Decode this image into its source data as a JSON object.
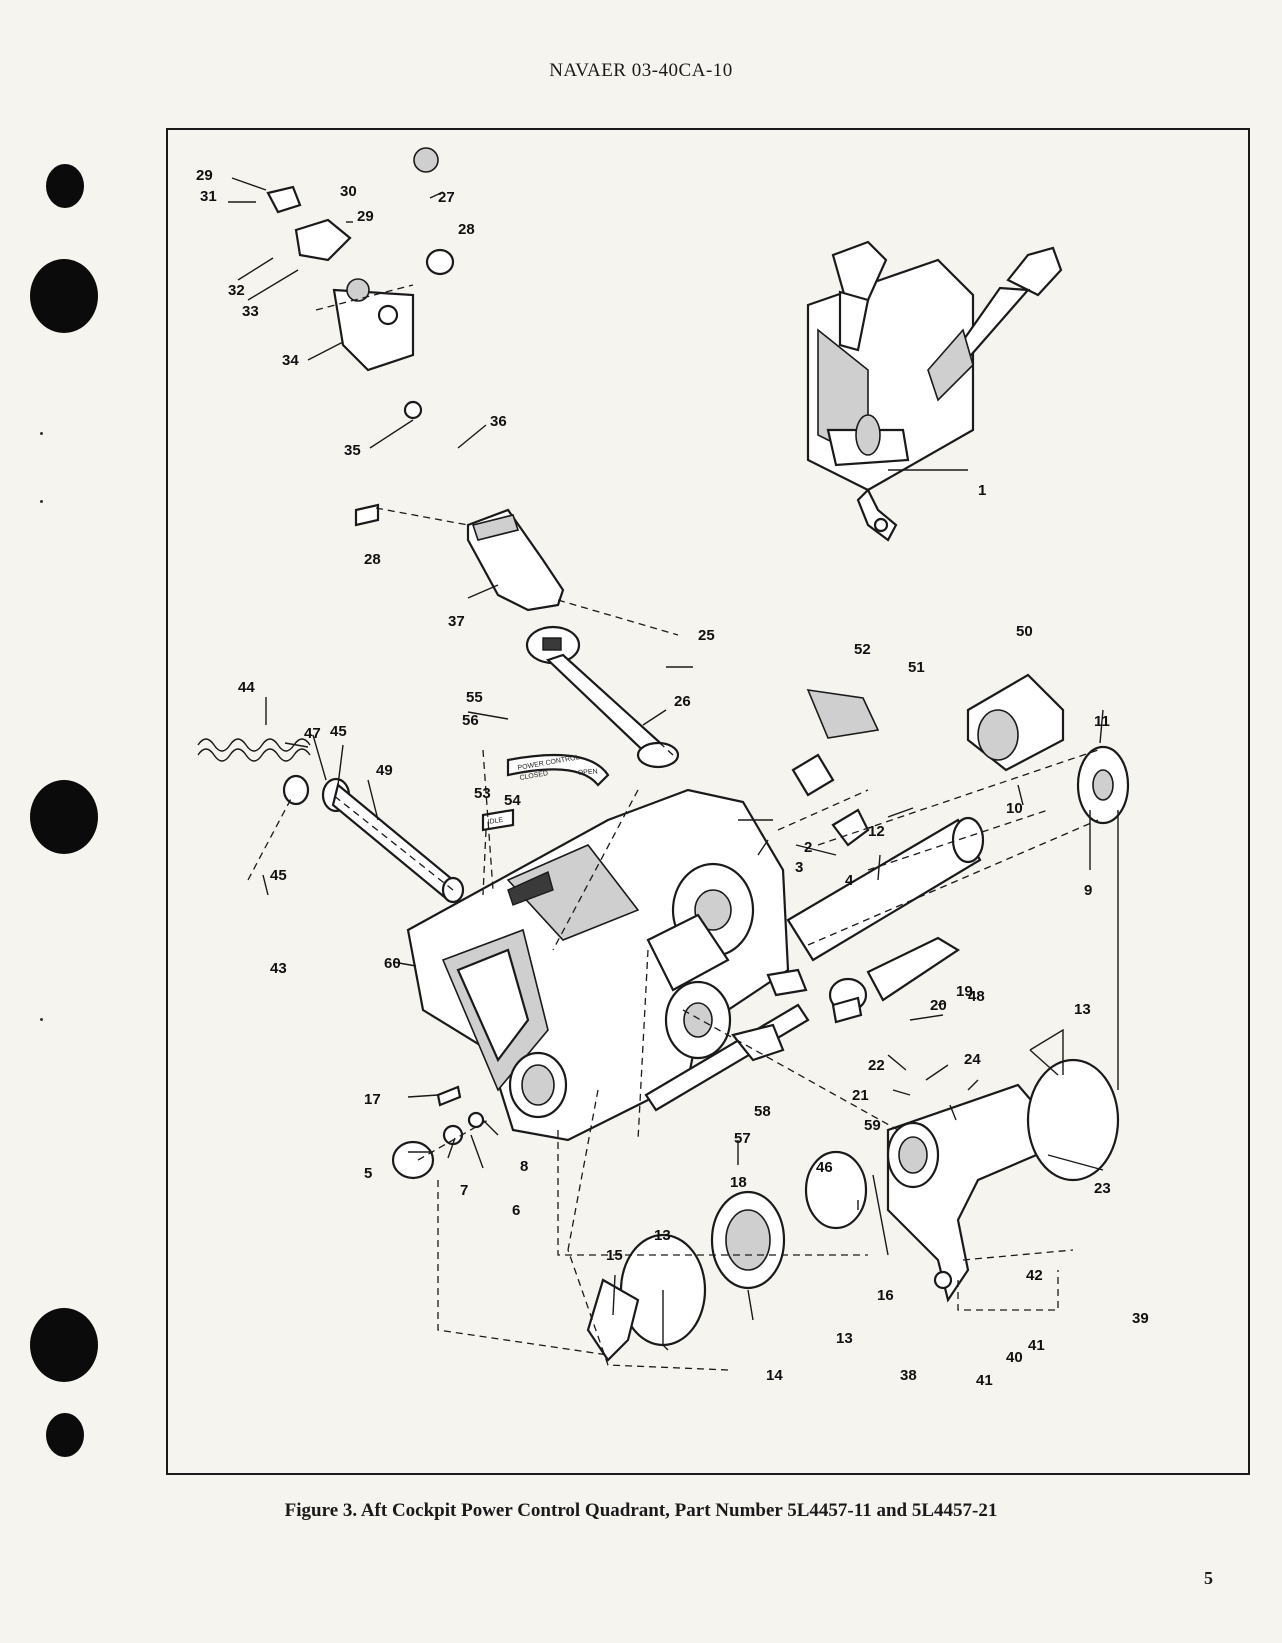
{
  "header": {
    "doc_id": "NAVAER 03-40CA-10"
  },
  "figure": {
    "caption": "Figure 3.  Aft Cockpit Power Control Quadrant, Part Number 5L4457-11 and 5L4457-21",
    "callouts": [
      "1",
      "2",
      "3",
      "4",
      "5",
      "6",
      "7",
      "8",
      "9",
      "10",
      "11",
      "12",
      "13",
      "14",
      "15",
      "16",
      "17",
      "18",
      "19",
      "20",
      "21",
      "22",
      "23",
      "24",
      "25",
      "26",
      "27",
      "28",
      "29",
      "30",
      "31",
      "32",
      "33",
      "34",
      "35",
      "36",
      "37",
      "38",
      "39",
      "40",
      "41",
      "42",
      "43",
      "44",
      "45",
      "46",
      "47",
      "48",
      "49",
      "50",
      "51",
      "52",
      "53",
      "54",
      "55",
      "56",
      "57",
      "58",
      "59",
      "60"
    ],
    "plate_text": {
      "power_control": "POWER CONTROL",
      "closed": "CLOSED",
      "open": "OPEN",
      "idle": "IDLE"
    }
  },
  "footer": {
    "page_number": "5"
  }
}
